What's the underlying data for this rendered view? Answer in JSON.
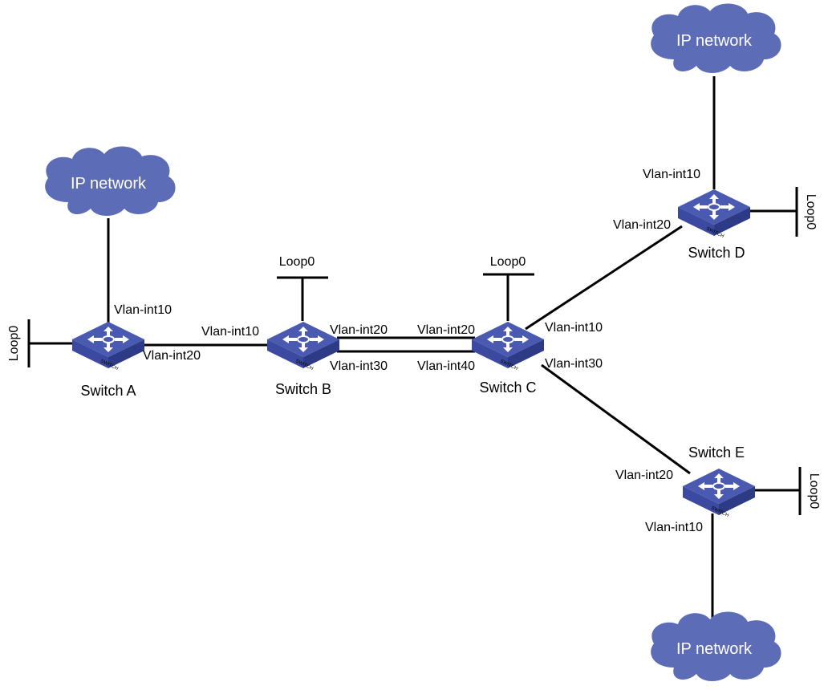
{
  "colors": {
    "cloud_fill": "#5d6cb6",
    "switch_top": "#4a5ab0",
    "switch_side": "#2d3a86",
    "switch_front": "#3b4aa0",
    "line": "#000000"
  },
  "switch_badge": "SWITCH",
  "clouds": {
    "a": "IP network",
    "d": "IP network",
    "e": "IP network"
  },
  "switches": {
    "a": "Switch A",
    "b": "Switch B",
    "c": "Switch C",
    "d": "Switch D",
    "e": "Switch E"
  },
  "loopbacks": {
    "a": "Loop0",
    "b": "Loop0",
    "c": "Loop0",
    "d": "Loop0",
    "e": "Loop0"
  },
  "interfaces": {
    "a_vlan10": "Vlan-int10",
    "a_vlan20": "Vlan-int20",
    "b_vlan10": "Vlan-int10",
    "b_vlan20": "Vlan-int20",
    "b_vlan30": "Vlan-int30",
    "c_vlan20": "Vlan-int20",
    "c_vlan40": "Vlan-int40",
    "c_vlan10": "Vlan-int10",
    "c_vlan30": "Vlan-int30",
    "d_vlan10": "Vlan-int10",
    "d_vlan20": "Vlan-int20",
    "e_vlan20": "Vlan-int20",
    "e_vlan10": "Vlan-int10"
  }
}
